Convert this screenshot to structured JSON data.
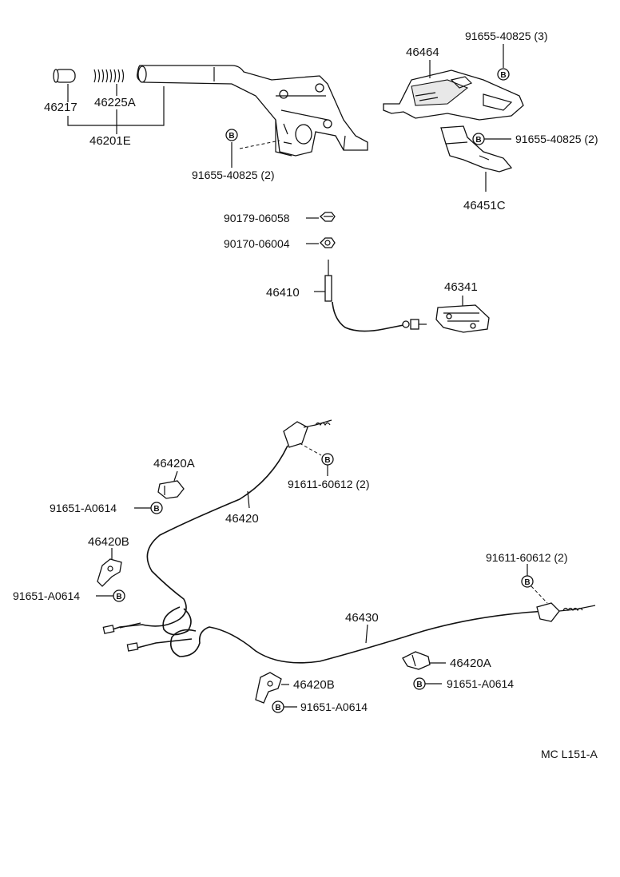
{
  "labels": {
    "p46217": "46217",
    "p46225A": "46225A",
    "p46201E": "46201E",
    "p46464": "46464",
    "b91655_3": "91655-40825 (3)",
    "b91655_2_right": "91655-40825 (2)",
    "b91655_2_left": "91655-40825 (2)",
    "p46451C": "46451C",
    "n90179": "90179-06058",
    "n90170": "90170-06004",
    "p46410": "46410",
    "p46341": "46341",
    "p46420A_top": "46420A",
    "b91611_top": "91611-60612 (2)",
    "b91651_top": "91651-A0614",
    "p46420": "46420",
    "p46420B_left": "46420B",
    "b91651_left": "91651-A0614",
    "b91611_right": "91611-60612 (2)",
    "p46430": "46430",
    "p46420A_right": "46420A",
    "b91651_right": "91651-A0614",
    "p46420B_bottom": "46420B",
    "b91651_bottom": "91651-A0614",
    "ref_code": "MC L151-A"
  },
  "bolt_mark": "B"
}
